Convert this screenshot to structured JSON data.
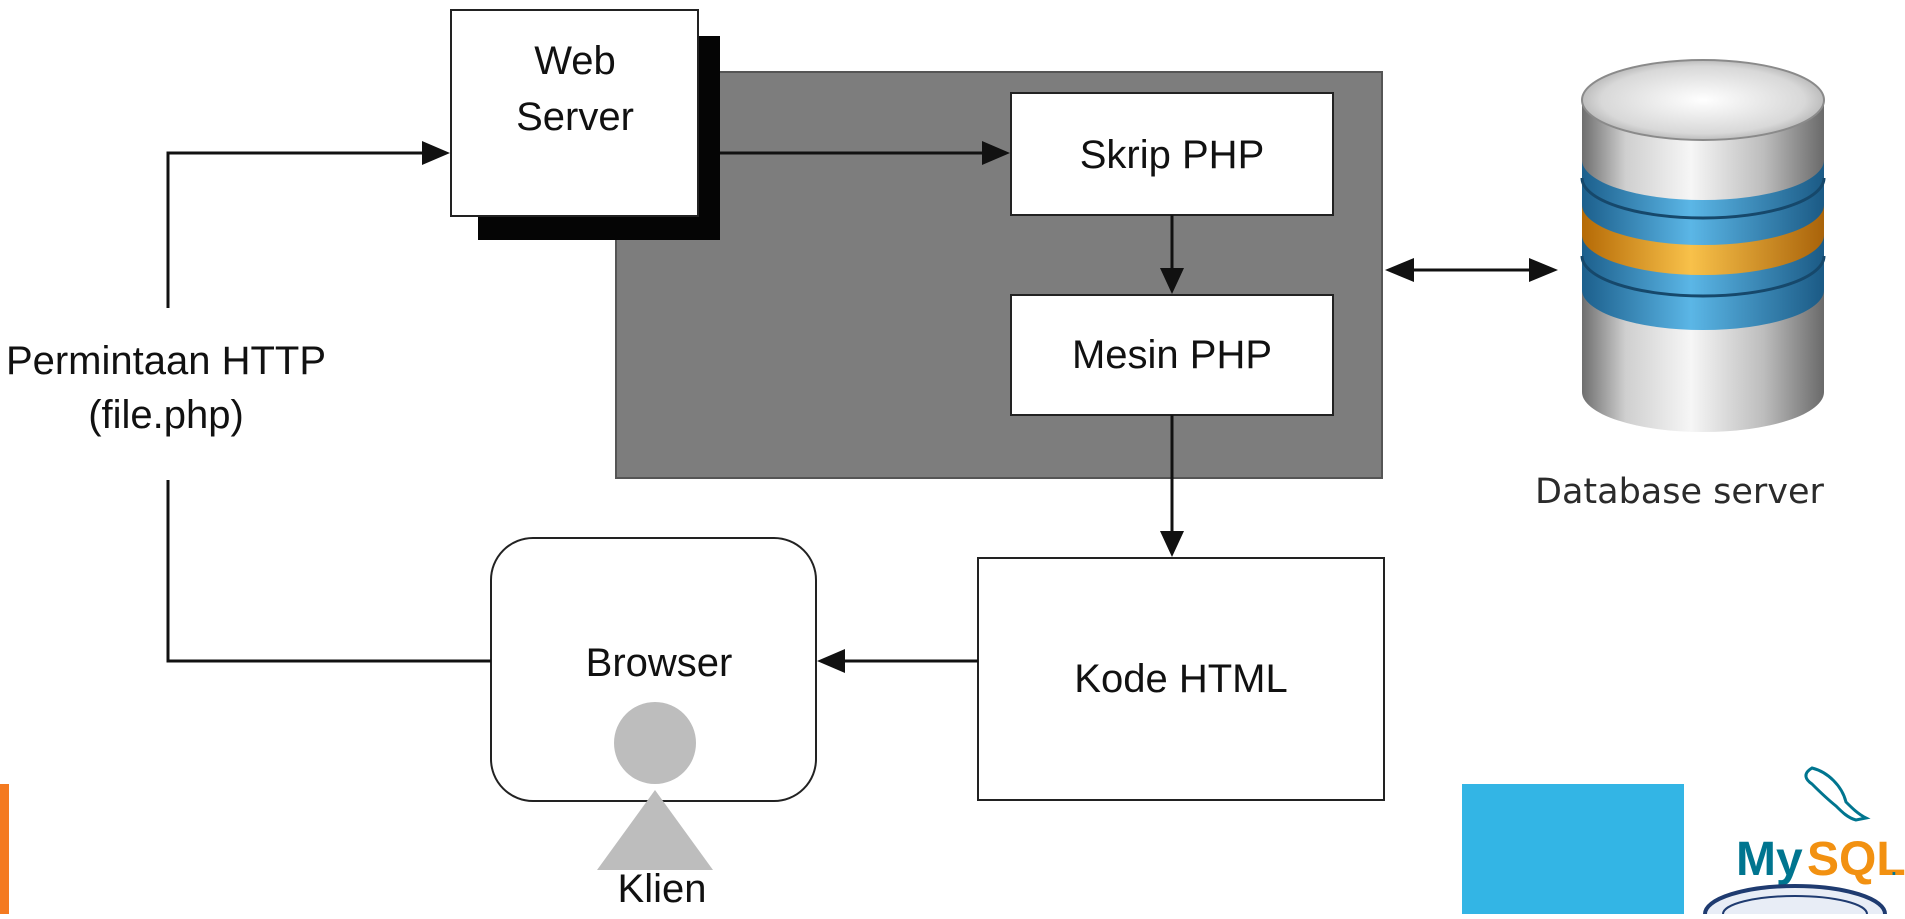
{
  "diagram": {
    "nodes": {
      "web_server": {
        "line1": "Web",
        "line2": "Server"
      },
      "php_script": "Skrip PHP",
      "php_engine": "Mesin PHP",
      "html_code": "Kode HTML",
      "browser": "Browser",
      "client": "Klien",
      "http_request": {
        "line1": "Permintaan HTTP",
        "line2": "(file.php)"
      },
      "database_server": "Database server"
    },
    "edges": [
      {
        "from": "http_request",
        "to": "web_server"
      },
      {
        "from": "web_server",
        "to": "php_script"
      },
      {
        "from": "php_script",
        "to": "php_engine"
      },
      {
        "from": "php_engine",
        "to": "html_code"
      },
      {
        "from": "html_code",
        "to": "browser"
      },
      {
        "from": "browser",
        "to": "http_request"
      },
      {
        "from": "php_processing_area",
        "to": "database_server",
        "bidirectional": true
      }
    ],
    "logo": {
      "text_my": "My",
      "text_sql": "SQL",
      "mark": "."
    },
    "colors": {
      "processing_area": "#7d7d7d",
      "accent_orange": "#f47a20",
      "logo_panel": "#33b5e5",
      "mysql_blue": "#00758f",
      "mysql_orange": "#f29111",
      "db_blue": "#2f8fc4",
      "db_orange": "#f2a51f"
    }
  }
}
